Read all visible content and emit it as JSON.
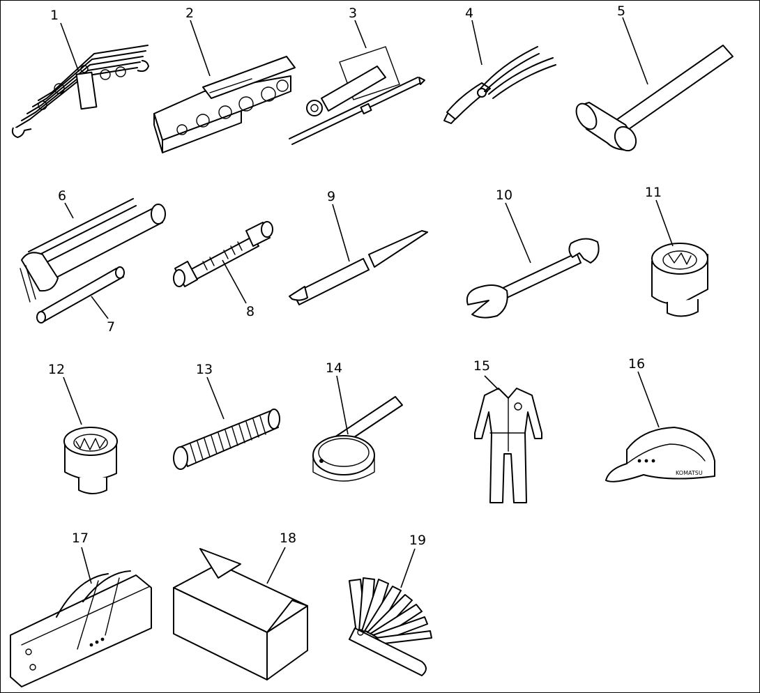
{
  "items": [
    {
      "number": "1",
      "icon": "wrench-set-icon"
    },
    {
      "number": "2",
      "icon": "socket-toolbox-icon"
    },
    {
      "number": "3",
      "icon": "screwdriver-icon"
    },
    {
      "number": "4",
      "icon": "pliers-icon"
    },
    {
      "number": "5",
      "icon": "hammer-icon"
    },
    {
      "number": "6",
      "icon": "grease-gun-icon"
    },
    {
      "number": "7",
      "icon": "extension-pipe-icon"
    },
    {
      "number": "8",
      "icon": "bolt-icon"
    },
    {
      "number": "9",
      "icon": "pry-bar-icon"
    },
    {
      "number": "10",
      "icon": "open-end-wrench-icon"
    },
    {
      "number": "11",
      "icon": "socket-icon"
    },
    {
      "number": "12",
      "icon": "socket-icon"
    },
    {
      "number": "13",
      "icon": "hose-icon"
    },
    {
      "number": "14",
      "icon": "filter-wrench-icon"
    },
    {
      "number": "15",
      "icon": "coveralls-icon"
    },
    {
      "number": "16",
      "icon": "cap-icon"
    },
    {
      "number": "17",
      "icon": "tool-bag-icon"
    },
    {
      "number": "18",
      "icon": "box-icon"
    },
    {
      "number": "19",
      "icon": "feeler-gauge-icon"
    }
  ],
  "cap_text": "KOMATSU",
  "colors": {
    "ink": "#000000",
    "paper": "#ffffff"
  }
}
